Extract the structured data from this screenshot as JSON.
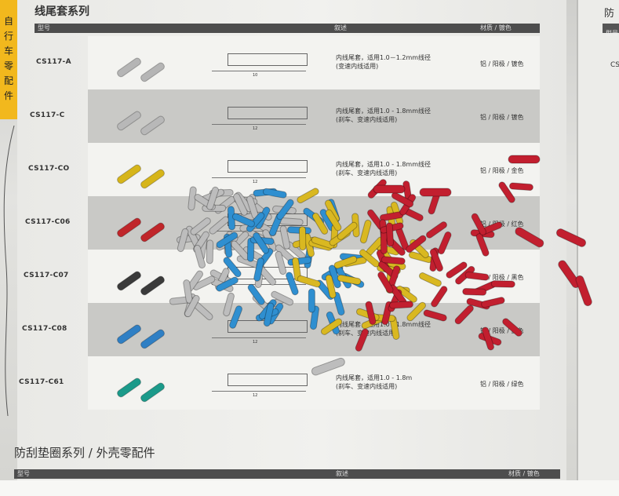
{
  "catalog": {
    "side_tab": "自行车零配件",
    "title": "线尾套系列",
    "header": {
      "model": "型号",
      "desc": "叙述",
      "material": "材质 / 镀色"
    },
    "rows": [
      {
        "code": "CS117-A",
        "desc1": "内线尾套，适用1.0－1.2mm线径",
        "desc2": "(变速内线适用)",
        "material": "铝 / 阳极 / 镀色",
        "color": "#b5b5b5",
        "dim": "10"
      },
      {
        "code": "CS117-C",
        "desc1": "内线尾套，适用1.0 - 1.8mm线径",
        "desc2": "(刹车、变速内线适用)",
        "material": "铝 / 阳极 / 镀色",
        "color": "#b8b8b8",
        "dim": "12"
      },
      {
        "code": "CS117-CO",
        "desc1": "内线尾套，适用1.0 - 1.8mm线径",
        "desc2": "(刹车、变速内线适用)",
        "material": "铝 / 阳极 / 金色",
        "color": "#d6b51a",
        "dim": "12"
      },
      {
        "code": "CS117-C06",
        "desc1": "",
        "desc2": "",
        "material": "铝 / 阳极 / 红色",
        "color": "#c0262a",
        "dim": ""
      },
      {
        "code": "CS117-C07",
        "desc1": "",
        "desc2": "",
        "material": "铝 / 阳极 / 黑色",
        "color": "#3a3a3a",
        "dim": ""
      },
      {
        "code": "CS117-C08",
        "desc1": "内线尾套，适用1.0 - 1.8mm线径",
        "desc2": "(刹车、变速内线适用)",
        "material": "铝 / 阳极 / 蓝色",
        "color": "#2f7fc4",
        "dim": "12"
      },
      {
        "code": "CS117-C61",
        "desc1": "内线尾套，适用1.0 - 1.8m",
        "desc2": "(刹车、变速内线适用)",
        "material": "铝 / 阳极 / 绿色",
        "color": "#1b9a8a",
        "dim": "12"
      }
    ],
    "footer_title": "防刮垫圈系列 / 外壳零配件",
    "footer_header": {
      "model": "型号",
      "desc": "叙述",
      "material": "材质 / 镀色"
    },
    "right_page": {
      "title": "防",
      "bar": "型号",
      "code": "CS"
    }
  },
  "colors": {
    "silver": "#bdbdbd",
    "blue": "#2f8fd0",
    "gold": "#d9b821",
    "red": "#c21f2f",
    "tab": "#f2b81d"
  }
}
